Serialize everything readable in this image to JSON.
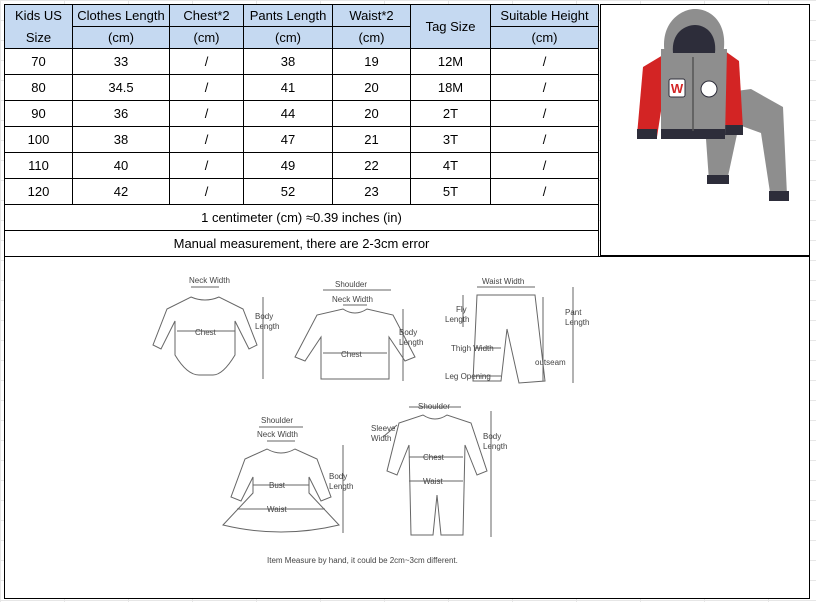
{
  "table": {
    "headers": [
      {
        "line1": "Kids US",
        "line2": "Size"
      },
      {
        "line1": "Clothes Length",
        "line2": "(cm)"
      },
      {
        "line1": "Chest*2",
        "line2": "(cm)"
      },
      {
        "line1": "Pants Length",
        "line2": "(cm)"
      },
      {
        "line1": "Waist*2",
        "line2": "(cm)"
      },
      {
        "line1": "Tag Size",
        "line2": ""
      },
      {
        "line1": "Suitable Height",
        "line2": "(cm)"
      }
    ],
    "rows": [
      [
        "70",
        "33",
        "/",
        "38",
        "19",
        "12M",
        "/"
      ],
      [
        "80",
        "34.5",
        "/",
        "41",
        "20",
        "18M",
        "/"
      ],
      [
        "90",
        "36",
        "/",
        "44",
        "20",
        "2T",
        "/"
      ],
      [
        "100",
        "38",
        "/",
        "47",
        "21",
        "3T",
        "/"
      ],
      [
        "110",
        "40",
        "/",
        "49",
        "22",
        "4T",
        "/"
      ],
      [
        "120",
        "42",
        "/",
        "52",
        "23",
        "5T",
        "/"
      ]
    ],
    "conversion_note": "1 centimeter (cm) ≈0.39 inches (in)",
    "error_note": "Manual measurement, there are 2-3cm error"
  },
  "product_image": {
    "patch_letter": "W",
    "colors": {
      "body": "#8e8e8e",
      "sleeve": "#d32424",
      "trim": "#2d2d3a"
    }
  },
  "diagrams": {
    "bodysuit": {
      "neck": "Neck Width",
      "chest": "Chest",
      "body1": "Body",
      "body2": "Length"
    },
    "tshirt": {
      "shoulder": "Shoulder",
      "neck": "Neck Width",
      "chest": "Chest",
      "body1": "Body",
      "body2": "Length"
    },
    "pants": {
      "waist": "Waist Width",
      "fly1": "Fly",
      "fly2": "Length",
      "pant1": "Pant",
      "pant2": "Length",
      "thigh": "Thigh Width",
      "outseam": "outseam",
      "leg": "Leg Opening"
    },
    "dress": {
      "shoulder": "Shoulder",
      "neck": "Neck Width",
      "bust": "Bust",
      "waist": "Waist",
      "body1": "Body",
      "body2": "Length"
    },
    "romper": {
      "shoulder": "Shoulder",
      "sleeve1": "Sleeve",
      "sleeve2": "Width",
      "chest": "Chest",
      "waist": "Waist",
      "body1": "Body",
      "body2": "Length"
    },
    "footnote": "Item Measure by hand, it could be 2cm~3cm different."
  }
}
